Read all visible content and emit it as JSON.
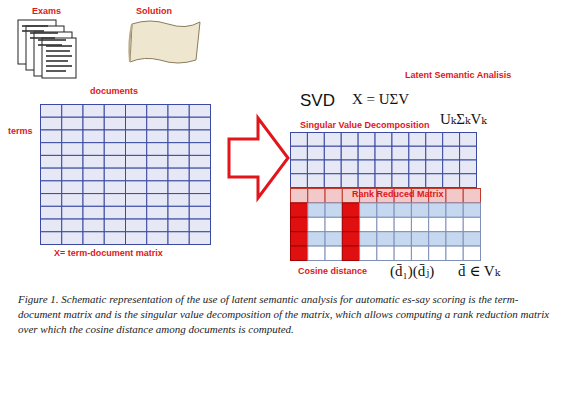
{
  "diagram": {
    "caption": "Figure 1. Schematic representation of the use of latent semantic analysis for automatic es-say scoring is the term-document matrix and is the singular value decomposition of the matrix, which allows computing a rank reduction matrix over which the cosine distance among documents is computed.",
    "nodes": [
      {
        "text": [
          "documents",
          "terms",
          "X= term-document matrix"
        ]
      },
      {
        "text": [
          "UₖΣₖVₖ"
        ]
      },
      {
        "text": [
          "Rank Reduced Matrix",
          "Cosine distance",
          "(d̄₁)(d̄ⱼ)",
          "d̄ ∈ Vₖ"
        ]
      }
    ],
    "edges": [
      {
        "from": 0,
        "to": 1,
        "arrow": "to"
      }
    ],
    "labels": [
      "Exams",
      "Solution",
      "Latent Semantic Analisis",
      "SVD",
      "X = UΣV",
      "Singular Value Decomposition"
    ]
  }
}
